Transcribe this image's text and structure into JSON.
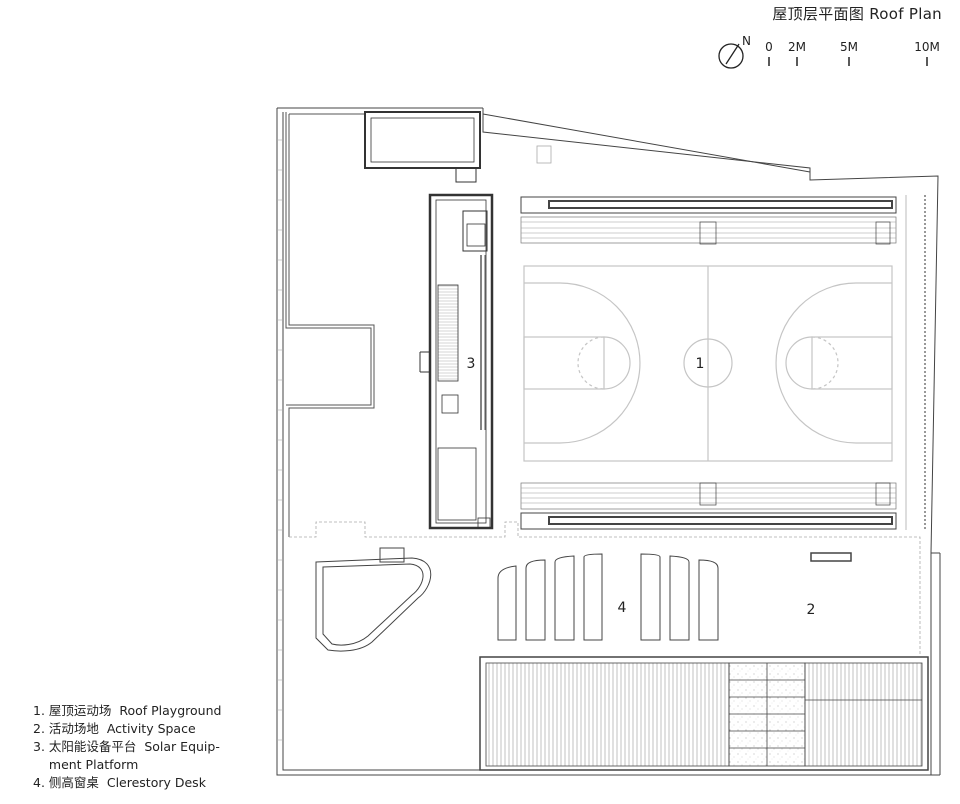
{
  "title": "屋顶层平面图  Roof Plan",
  "north_label": "N",
  "scale": {
    "ticks": [
      "0",
      "2M",
      "5M",
      "10M"
    ]
  },
  "plan_labels": [
    "1",
    "2",
    "3",
    "4"
  ],
  "legend": [
    "1. 屋顶运动场  Roof Playground",
    "2. 活动场地  Activity Space",
    "3. 太阳能设备平台  Solar Equip-",
    "    ment Platform",
    "4. 侧高窗桌  Clerestory Desk"
  ],
  "colors": {
    "line": "#333333",
    "light_line": "#b5b5b5",
    "court_line": "#c8c8c8"
  }
}
